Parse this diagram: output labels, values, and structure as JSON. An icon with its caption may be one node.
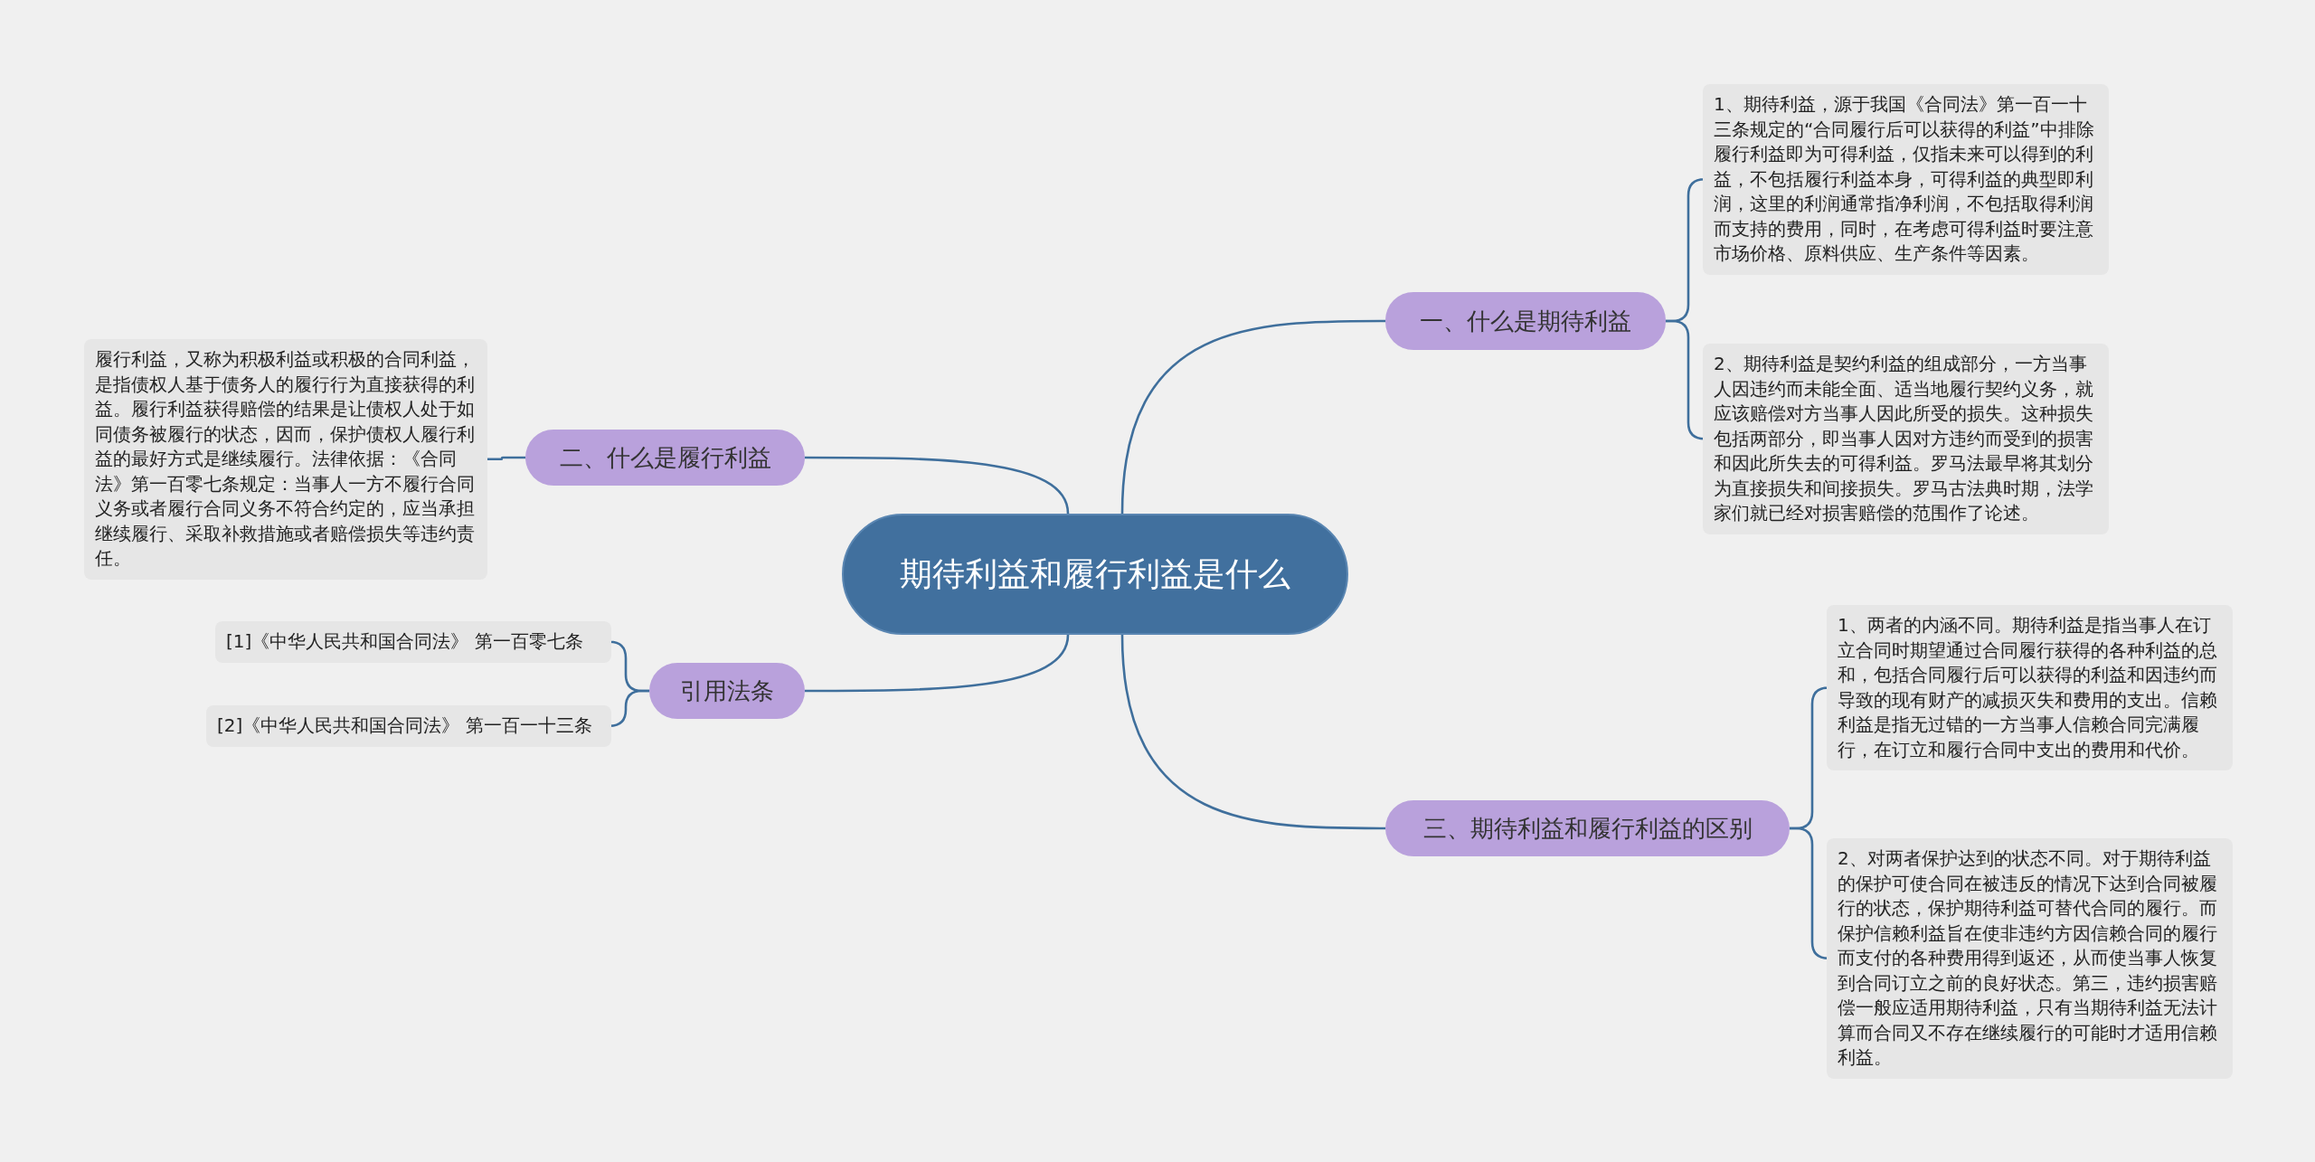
{
  "diagram": {
    "nodes": [
      {
        "text": [
          "期待利益和履行利益是什么"
        ]
      },
      {
        "text": [
          "一、什么是期待利益"
        ]
      },
      {
        "text": [
          "1、期待利益，源于我国《合同法》第一百一十三条规定的“合同履行后可以获得的利益”中排除履行利益即为可得利益，仅指未来可以得到的利益，不包括履行利益本身，可得利益的典型即利润，这里的利润通常指净利润，不包括取得利润而支持的费用，同时，在考虑可得利益时要注意市场价格、原料供应、生产条件等因素。"
        ]
      },
      {
        "text": [
          "2、期待利益是契约利益的组成部分，一方当事人因违约而未能全面、适当地履行契约义务，就应该赔偿对方当事人因此所受的损失。这种损失包括两部分，即当事人因对方违约而受到的损害和因此所失去的可得利益。罗马法最早将其划分为直接损失和间接损失。罗马古法典时期，法学家们就已经对损害赔偿的范围作了论述。"
        ]
      },
      {
        "text": [
          "二、什么是履行利益"
        ]
      },
      {
        "text": [
          "履行利益，又称为积极利益或积极的合同利益，是指债权人基于债务人的履行行为直接获得的利益。履行利益获得赔偿的结果是让债权人处于如同债务被履行的状态，因而，保护债权人履行利益的最好方式是继续履行。法律依据：《合同法》第一百零七条规定：当事人一方不履行合同义务或者履行合同义务不符合约定的，应当承担继续履行、采取补救措施或者赔偿损失等违约责任。"
        ]
      },
      {
        "text": [
          "引用法条"
        ]
      },
      {
        "text": [
          "[1]《中华人民共和国合同法》 第一百零七条"
        ]
      },
      {
        "text": [
          "[2]《中华人民共和国合同法》 第一百一十三条"
        ]
      },
      {
        "text": [
          "三、期待利益和履行利益的区别"
        ]
      },
      {
        "text": [
          " 1、两者的内涵不同。期待利益是指当事人在订立合同时期望通过合同履行获得的各种利益的总和，包括合同履行后可以获得的利益和因违约而导致的现有财产的减损灭失和费用的支出。信赖利益是指无过错的一方当事人信赖合同完满履行，在订立和履行合同中支出的费用和代价。"
        ]
      },
      {
        "text": [
          " 2、对两者保护达到的状态不同。对于期待利益的保护可使合同在被违反的情况下达到合同被履行的状态，保护期待利益可替代合同的履行。而保护信赖利益旨在使非违约方因信赖合同的履行而支付的各种费用得到返还，从而使当事人恢复到合同订立之前的良好状态。第三，违约损害赔偿一般应适用期待利益，只有当期待利益无法计算而合同又不存在继续履行的可能时才适用信赖利益。"
        ]
      }
    ],
    "edges": [
      {
        "from": 0,
        "to": 1,
        "arrow": "none"
      },
      {
        "from": 0,
        "to": 4,
        "arrow": "none"
      },
      {
        "from": 0,
        "to": 6,
        "arrow": "none"
      },
      {
        "from": 0,
        "to": 9,
        "arrow": "none"
      },
      {
        "from": 1,
        "to": 2,
        "arrow": "none"
      },
      {
        "from": 1,
        "to": 3,
        "arrow": "none"
      },
      {
        "from": 4,
        "to": 5,
        "arrow": "none"
      },
      {
        "from": 6,
        "to": 7,
        "arrow": "none"
      },
      {
        "from": 6,
        "to": 8,
        "arrow": "none"
      },
      {
        "from": 9,
        "to": 10,
        "arrow": "none"
      },
      {
        "from": 9,
        "to": 11,
        "arrow": "none"
      }
    ]
  }
}
